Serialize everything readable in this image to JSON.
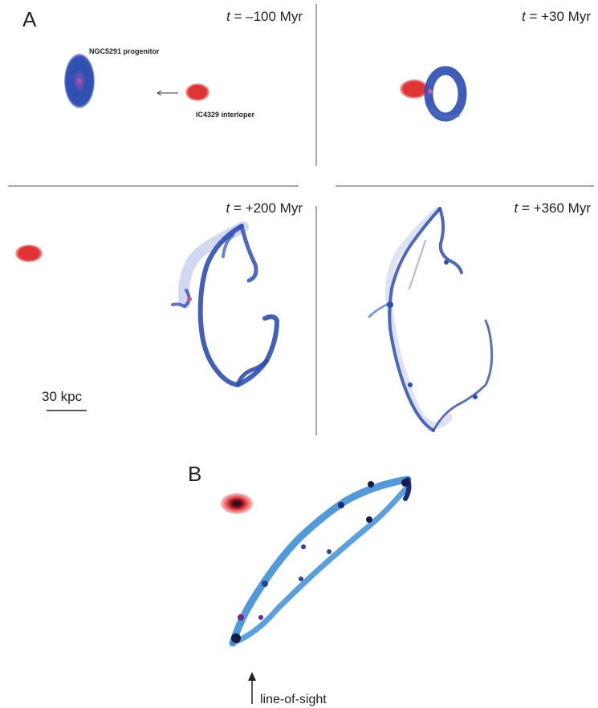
{
  "panel_a": {
    "label": "A",
    "frames": [
      {
        "time_var": "t",
        "time_value": " = –100 Myr"
      },
      {
        "time_var": "t",
        "time_value": " = +30 Myr"
      },
      {
        "time_var": "t",
        "time_value": " = +200 Myr"
      },
      {
        "time_var": "t",
        "time_value": " = +360 Myr"
      }
    ],
    "progenitor_label": "NGC5291 progenitor",
    "interloper_label": "IC4329 interloper",
    "scale_bar_label": "30 kpc"
  },
  "panel_b": {
    "label": "B",
    "line_of_sight_label": "line-of-sight"
  },
  "colors": {
    "disk": "#2d4fb0",
    "disk_light": "#3d8fd8",
    "interloper": "#e03434",
    "core": "#1a1a4a"
  }
}
